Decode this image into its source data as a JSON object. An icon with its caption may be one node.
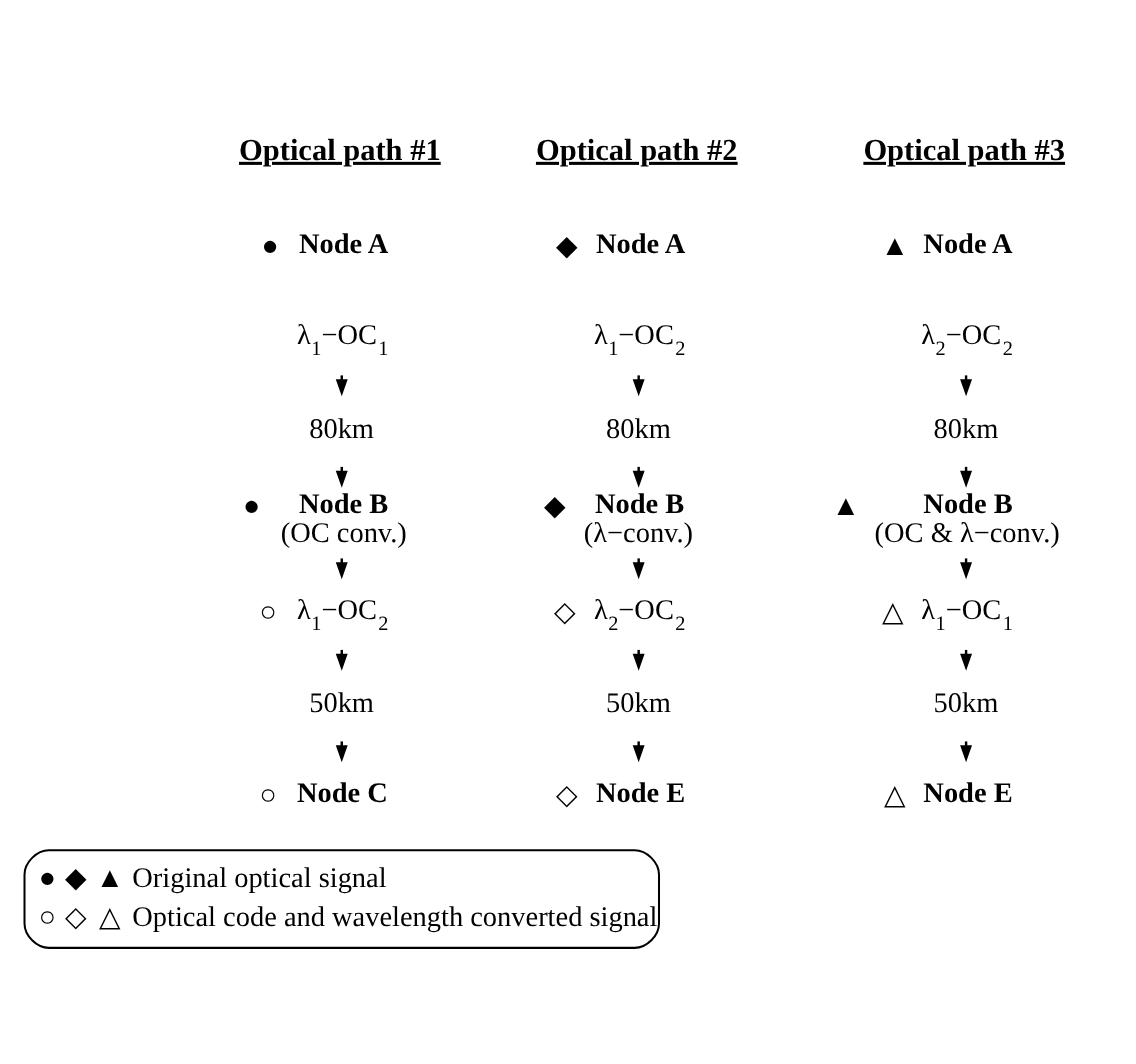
{
  "diagram": {
    "nodes": [
      {
        "text": [
          "Node A"
        ],
        "beside": [
          "●"
        ]
      },
      {
        "text": [
          "λ$_{1}$−OC$_{1}$"
        ]
      },
      {
        "text": [
          "80km"
        ]
      },
      {
        "text": [
          "Node B",
          "(OC conv.)"
        ],
        "beside": [
          "●"
        ]
      },
      {
        "text": [
          "λ$_{1}$−OC$_{2}$"
        ],
        "beside": [
          "○"
        ]
      },
      {
        "text": [
          "50km"
        ]
      },
      {
        "text": [
          "Node C"
        ],
        "beside": [
          "○"
        ]
      },
      {
        "text": [
          "Node A"
        ],
        "beside": [
          "◆"
        ]
      },
      {
        "text": [
          "λ$_{1}$−OC$_{2}$"
        ]
      },
      {
        "text": [
          "80km"
        ]
      },
      {
        "text": [
          "Node B",
          "(λ−conv.)"
        ],
        "beside": [
          "◆"
        ]
      },
      {
        "text": [
          "λ$_{2}$−OC$_{2}$"
        ],
        "beside": [
          "◇"
        ]
      },
      {
        "text": [
          "50km"
        ]
      },
      {
        "text": [
          "Node E"
        ],
        "beside": [
          "◇"
        ]
      },
      {
        "text": [
          "Node A"
        ],
        "beside": [
          "▲"
        ]
      },
      {
        "text": [
          "λ$_{2}$−OC$_{2}$"
        ]
      },
      {
        "text": [
          "80km"
        ]
      },
      {
        "text": [
          "Node B",
          "(OC & λ−conv.)"
        ],
        "beside": [
          "▲"
        ]
      },
      {
        "text": [
          "λ$_{1}$−OC$_{1}$"
        ],
        "beside": [
          "△"
        ]
      },
      {
        "text": [
          "50km"
        ]
      },
      {
        "text": [
          "Node E"
        ],
        "beside": [
          "△"
        ]
      }
    ],
    "edges": [
      {
        "from": 1,
        "to": 2,
        "arrow": "to"
      },
      {
        "from": 2,
        "to": 3,
        "arrow": "to"
      },
      {
        "from": 3,
        "to": 4,
        "arrow": "to"
      },
      {
        "from": 4,
        "to": 5,
        "arrow": "to"
      },
      {
        "from": 5,
        "to": 6,
        "arrow": "to"
      },
      {
        "from": 8,
        "to": 9,
        "arrow": "to"
      },
      {
        "from": 9,
        "to": 10,
        "arrow": "to"
      },
      {
        "from": 10,
        "to": 11,
        "arrow": "to"
      },
      {
        "from": 11,
        "to": 12,
        "arrow": "to"
      },
      {
        "from": 12,
        "to": 13,
        "arrow": "to"
      },
      {
        "from": 15,
        "to": 16,
        "arrow": "to"
      },
      {
        "from": 16,
        "to": 17,
        "arrow": "to"
      },
      {
        "from": 17,
        "to": 18,
        "arrow": "to"
      },
      {
        "from": 18,
        "to": 19,
        "arrow": "to"
      },
      {
        "from": 19,
        "to": 20,
        "arrow": "to"
      }
    ],
    "labels": [
      "Optical path #1",
      "Optical path #2",
      "Optical path #3",
      "●",
      "◆",
      "▲",
      "○",
      "◇",
      "△"
    ],
    "legend": [
      {
        "text": "Original optical signal"
      },
      {
        "text": "Optical code and wavelength converted signal"
      }
    ]
  }
}
